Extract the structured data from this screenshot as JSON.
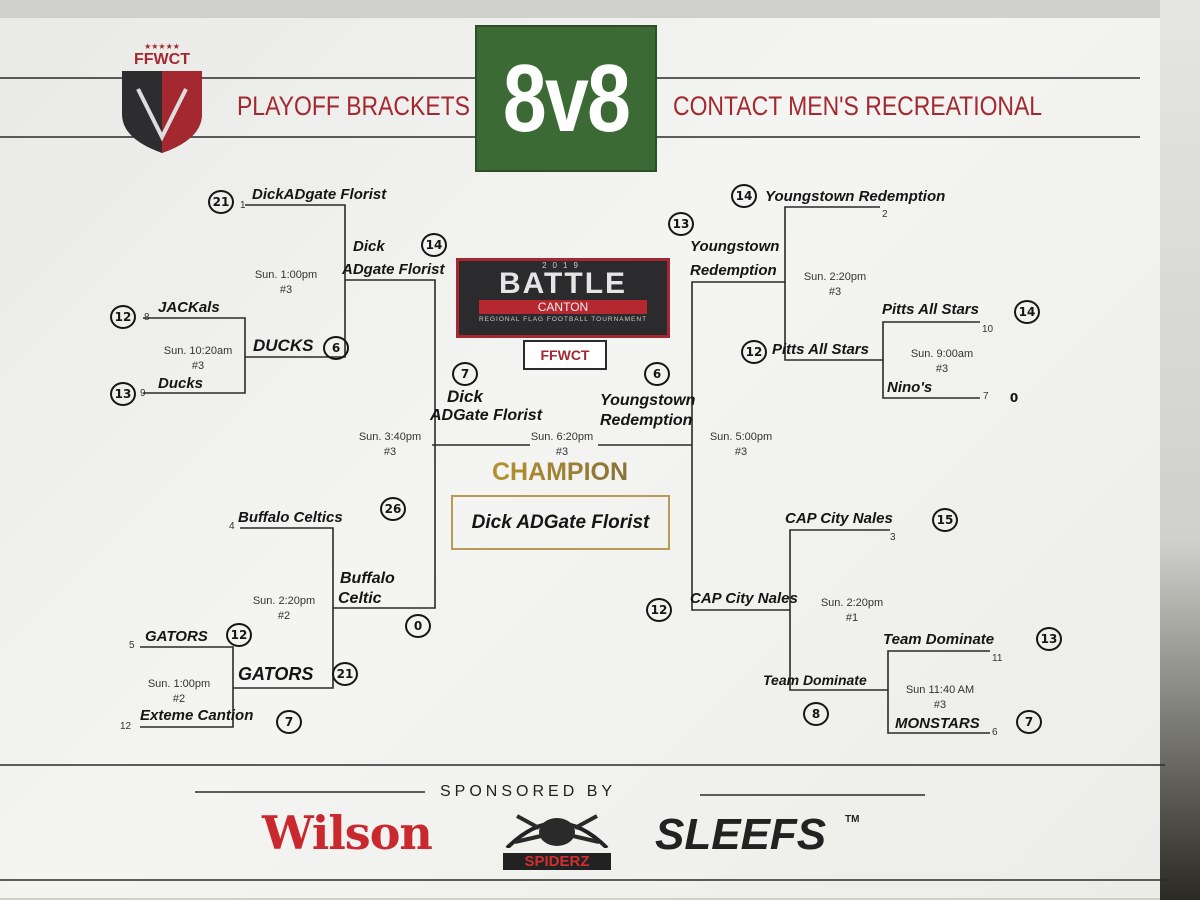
{
  "header": {
    "org": "FFWCT",
    "left_title": "PLAYOFF BRACKETS",
    "format": "8v8",
    "right_title": "CONTACT MEN'S RECREATIONAL"
  },
  "center_logo": {
    "year": "2019",
    "title": "BATTLE",
    "subtitle": "CANTON",
    "tagline": "REGIONAL FLAG FOOTBALL TOURNAMENT",
    "org": "FFWCT"
  },
  "seeds": {
    "s1": "1",
    "s8": "8",
    "s9": "9",
    "s4": "4",
    "s5": "5",
    "s12": "12",
    "s2": "2",
    "s10": "10",
    "s7": "7",
    "s3": "3",
    "s11": "11",
    "s6": "6"
  },
  "teams": {
    "t1": "DickADgate Florist",
    "t8": "JACKals",
    "t9": "Ducks",
    "t4": "Buffalo Celtics",
    "t5": "GATORS",
    "t12": "Exteme Cantion",
    "t2": "Youngstown Redemption",
    "t10": "Pitts All Stars",
    "t7": "Nino's",
    "t3": "CAP City Nales",
    "t11": "Team Dominate",
    "t6": "MONSTARS",
    "r1_ducks": "DUCKS",
    "r1_gators": "GATORS",
    "r1_pitts": "Pitts All Stars",
    "r1_team": "Team Dominate",
    "r2_dick_1": "Dick",
    "r2_dick_2": "ADgate Florist",
    "r2_buff_1": "Buffalo",
    "r2_buff_2": "Celtic",
    "r2_yr_1": "Youngstown",
    "r2_yr_2": "Redemption",
    "r2_cap": "CAP City Nales",
    "sf_dick_1": "Dick",
    "sf_dick_2": "ADGate Florist",
    "sf_yr_1": "Youngstown",
    "sf_yr_2": "Redemption",
    "champion": "Dick ADGate Florist"
  },
  "scores": {
    "t1": "21",
    "t8": "12",
    "t9": "13",
    "ducks": "6",
    "dick_r2": "14",
    "t4": "26",
    "t5": "12",
    "t12": "7",
    "gators": "21",
    "buff": "0",
    "t2": "14",
    "yr_r2": "13",
    "t10": "14",
    "pitts": "12",
    "t7": "0",
    "t3": "15",
    "cap": "12",
    "t11": "13",
    "team": "8",
    "t6": "7",
    "sf_dick": "7",
    "sf_yr": "6"
  },
  "times": {
    "g_8_9": [
      "Sun. 10:20am",
      "#3"
    ],
    "g_1": [
      "Sun. 1:00pm",
      "#3"
    ],
    "g_5_12": [
      "Sun. 1:00pm",
      "#2"
    ],
    "g_4": [
      "Sun. 2:20pm",
      "#2"
    ],
    "g_lsf": [
      "Sun. 3:40pm",
      "#3"
    ],
    "g_final": [
      "Sun. 6:20pm",
      "#3"
    ],
    "g_rsf": [
      "Sun. 5:00pm",
      "#3"
    ],
    "g_2": [
      "Sun. 2:20pm",
      "#3"
    ],
    "g_10_7": [
      "Sun. 9:00am",
      "#3"
    ],
    "g_3": [
      "Sun. 2:20pm",
      "#1"
    ],
    "g_11_6": [
      "Sun 11:40 AM",
      "#3"
    ]
  },
  "champion_label": "CHAMPION",
  "footer": {
    "sponsored_by": "SPONSORED BY",
    "sponsors": [
      "Wilson",
      "SPIDERZ",
      "SLEEFS"
    ],
    "tm": "TM"
  },
  "colors": {
    "brand_red": "#a3282f",
    "green": "#3b6a35",
    "gold": "#b08d2e"
  }
}
